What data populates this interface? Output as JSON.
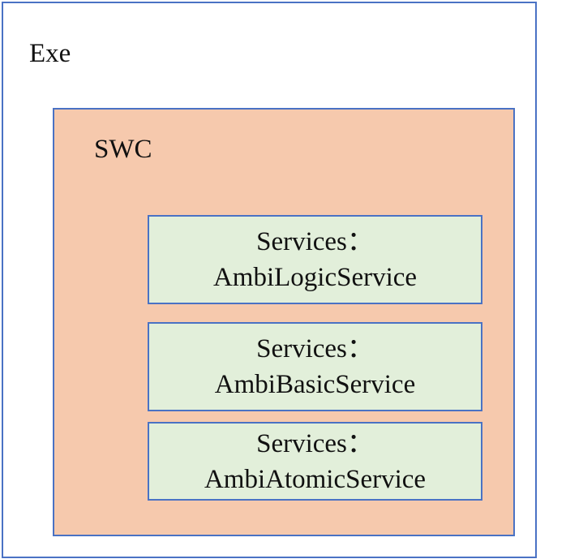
{
  "exe": {
    "label": "Exe"
  },
  "swc": {
    "label": "SWC"
  },
  "services": [
    {
      "title": "Services：",
      "name": "AmbiLogicService"
    },
    {
      "title": "Services：",
      "name": "AmbiBasicService"
    },
    {
      "title": "Services：",
      "name": "AmbiAtomicService"
    }
  ],
  "colors": {
    "border": "#4a72c4",
    "swc_fill": "#f6c9ad",
    "service_fill": "#e2efda",
    "exe_fill": "#ffffff"
  }
}
